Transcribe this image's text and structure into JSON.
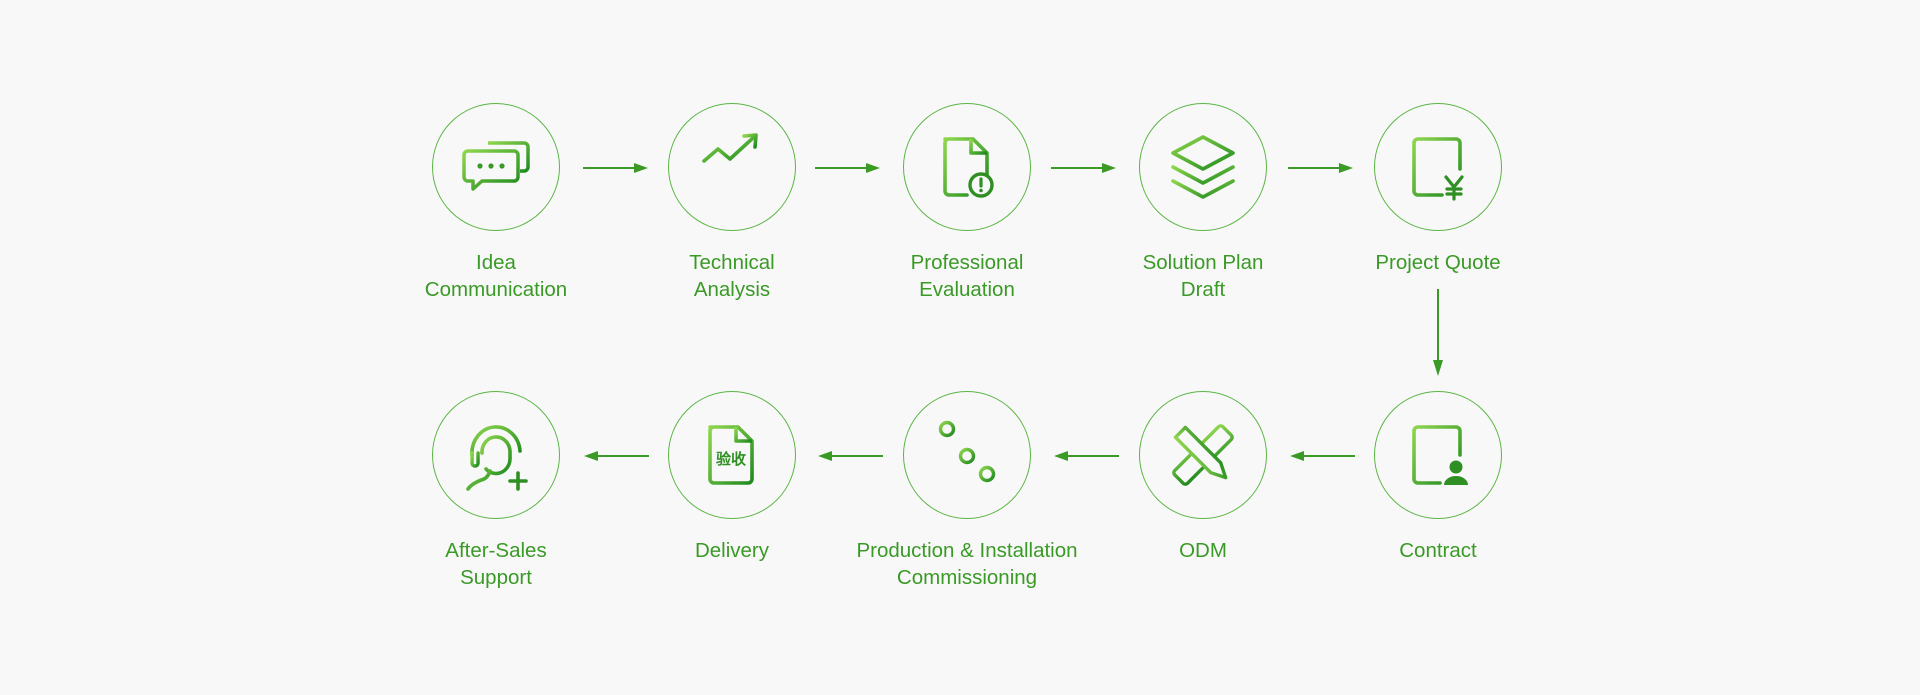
{
  "colors": {
    "accent": "#3a9a26",
    "accent_light": "#5bb545",
    "background": "#f8f8f8"
  },
  "steps": [
    {
      "id": "idea",
      "icon": "chat-bubbles-icon",
      "lines": [
        "Idea",
        "Communication"
      ]
    },
    {
      "id": "technical",
      "icon": "trend-chart-icon",
      "lines": [
        "Technical",
        "Analysis"
      ]
    },
    {
      "id": "evaluation",
      "icon": "document-alert-icon",
      "lines": [
        "Professional",
        "Evaluation"
      ]
    },
    {
      "id": "solution",
      "icon": "stacked-layers-icon",
      "lines": [
        "Solution Plan",
        "Draft"
      ]
    },
    {
      "id": "quote",
      "icon": "yen-document-icon",
      "lines": [
        "Project Quote"
      ]
    },
    {
      "id": "contract",
      "icon": "document-person-icon",
      "lines": [
        "Contract"
      ]
    },
    {
      "id": "odm",
      "icon": "pencil-ruler-icon",
      "lines": [
        "ODM"
      ]
    },
    {
      "id": "production",
      "icon": "sliders-icon",
      "lines": [
        "Production & Installation",
        "Commissioning"
      ]
    },
    {
      "id": "delivery",
      "icon": "acceptance-document-icon",
      "lines": [
        "Delivery"
      ],
      "icon_text": "验收"
    },
    {
      "id": "aftersales",
      "icon": "support-agent-icon",
      "lines": [
        "After-Sales",
        "Support"
      ]
    }
  ]
}
